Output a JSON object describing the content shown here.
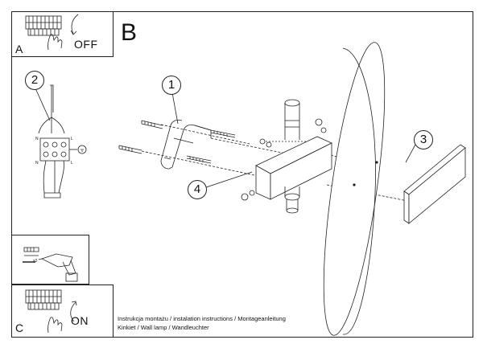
{
  "panels": {
    "a": {
      "letter": "A",
      "state": "OFF"
    },
    "c": {
      "letter": "C",
      "state": "ON"
    },
    "tool": {
      "count": "x2"
    }
  },
  "main": {
    "letter": "B"
  },
  "callouts": {
    "c1": "1",
    "c2": "2",
    "c3": "3",
    "c4": "4"
  },
  "wiring": {
    "n": "N",
    "l": "L"
  },
  "caption": {
    "line1": "Instrukcja montażu / instalation instructions / Montageanleitung",
    "line2": "Kinkiet / Wall lamp / Wandleuchter"
  }
}
